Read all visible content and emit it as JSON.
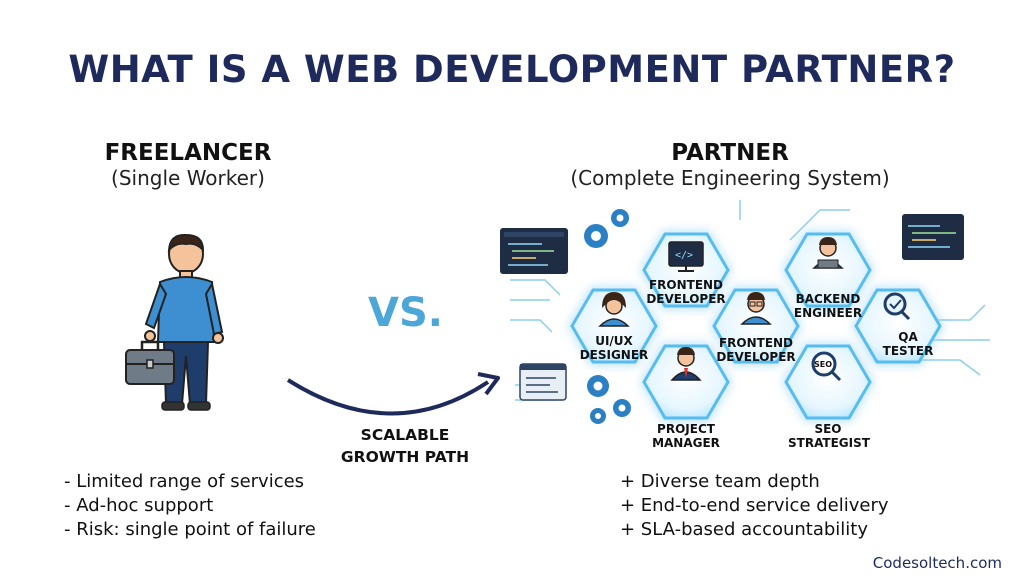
{
  "title": "WHAT IS A WEB DEVELOPMENT PARTNER?",
  "freelancer": {
    "heading": "FREELANCER",
    "subheading": "(Single Worker)",
    "bullets": [
      "- Limited range of services",
      "- Ad-hoc support",
      "- Risk: single point of failure"
    ]
  },
  "versus": "VS.",
  "growth_path": {
    "line1": "SCALABLE",
    "line2": "GROWTH PATH"
  },
  "partner": {
    "heading": "PARTNER",
    "subheading": "(Complete Engineering System)",
    "roles": {
      "uiux": {
        "line1": "UI/UX",
        "line2": "DESIGNER"
      },
      "frontend_top": {
        "line1": "FRONTEND",
        "line2": "DEVELOPER"
      },
      "frontend_center": {
        "line1": "FRONTEND",
        "line2": "DEVELOPER"
      },
      "backend": {
        "line1": "BACKEND",
        "line2": "ENGINEER"
      },
      "qa": {
        "line1": "QA",
        "line2": "TESTER"
      },
      "pm": {
        "line1": "PROJECT",
        "line2": "MANAGER"
      },
      "seo": {
        "line1": "SEO",
        "line2": "STRATEGIST"
      }
    },
    "seo_badge": "SEO",
    "bullets": [
      "+ Diverse team depth",
      "+ End-to-end service delivery",
      "+ SLA-based accountability"
    ]
  },
  "brand": "Codesoltech.com",
  "colors": {
    "title": "#1f2a5c",
    "vs": "#4da6d8",
    "hex_glow": "#8fd8ff",
    "person_shirt": "#3d8fd1"
  }
}
